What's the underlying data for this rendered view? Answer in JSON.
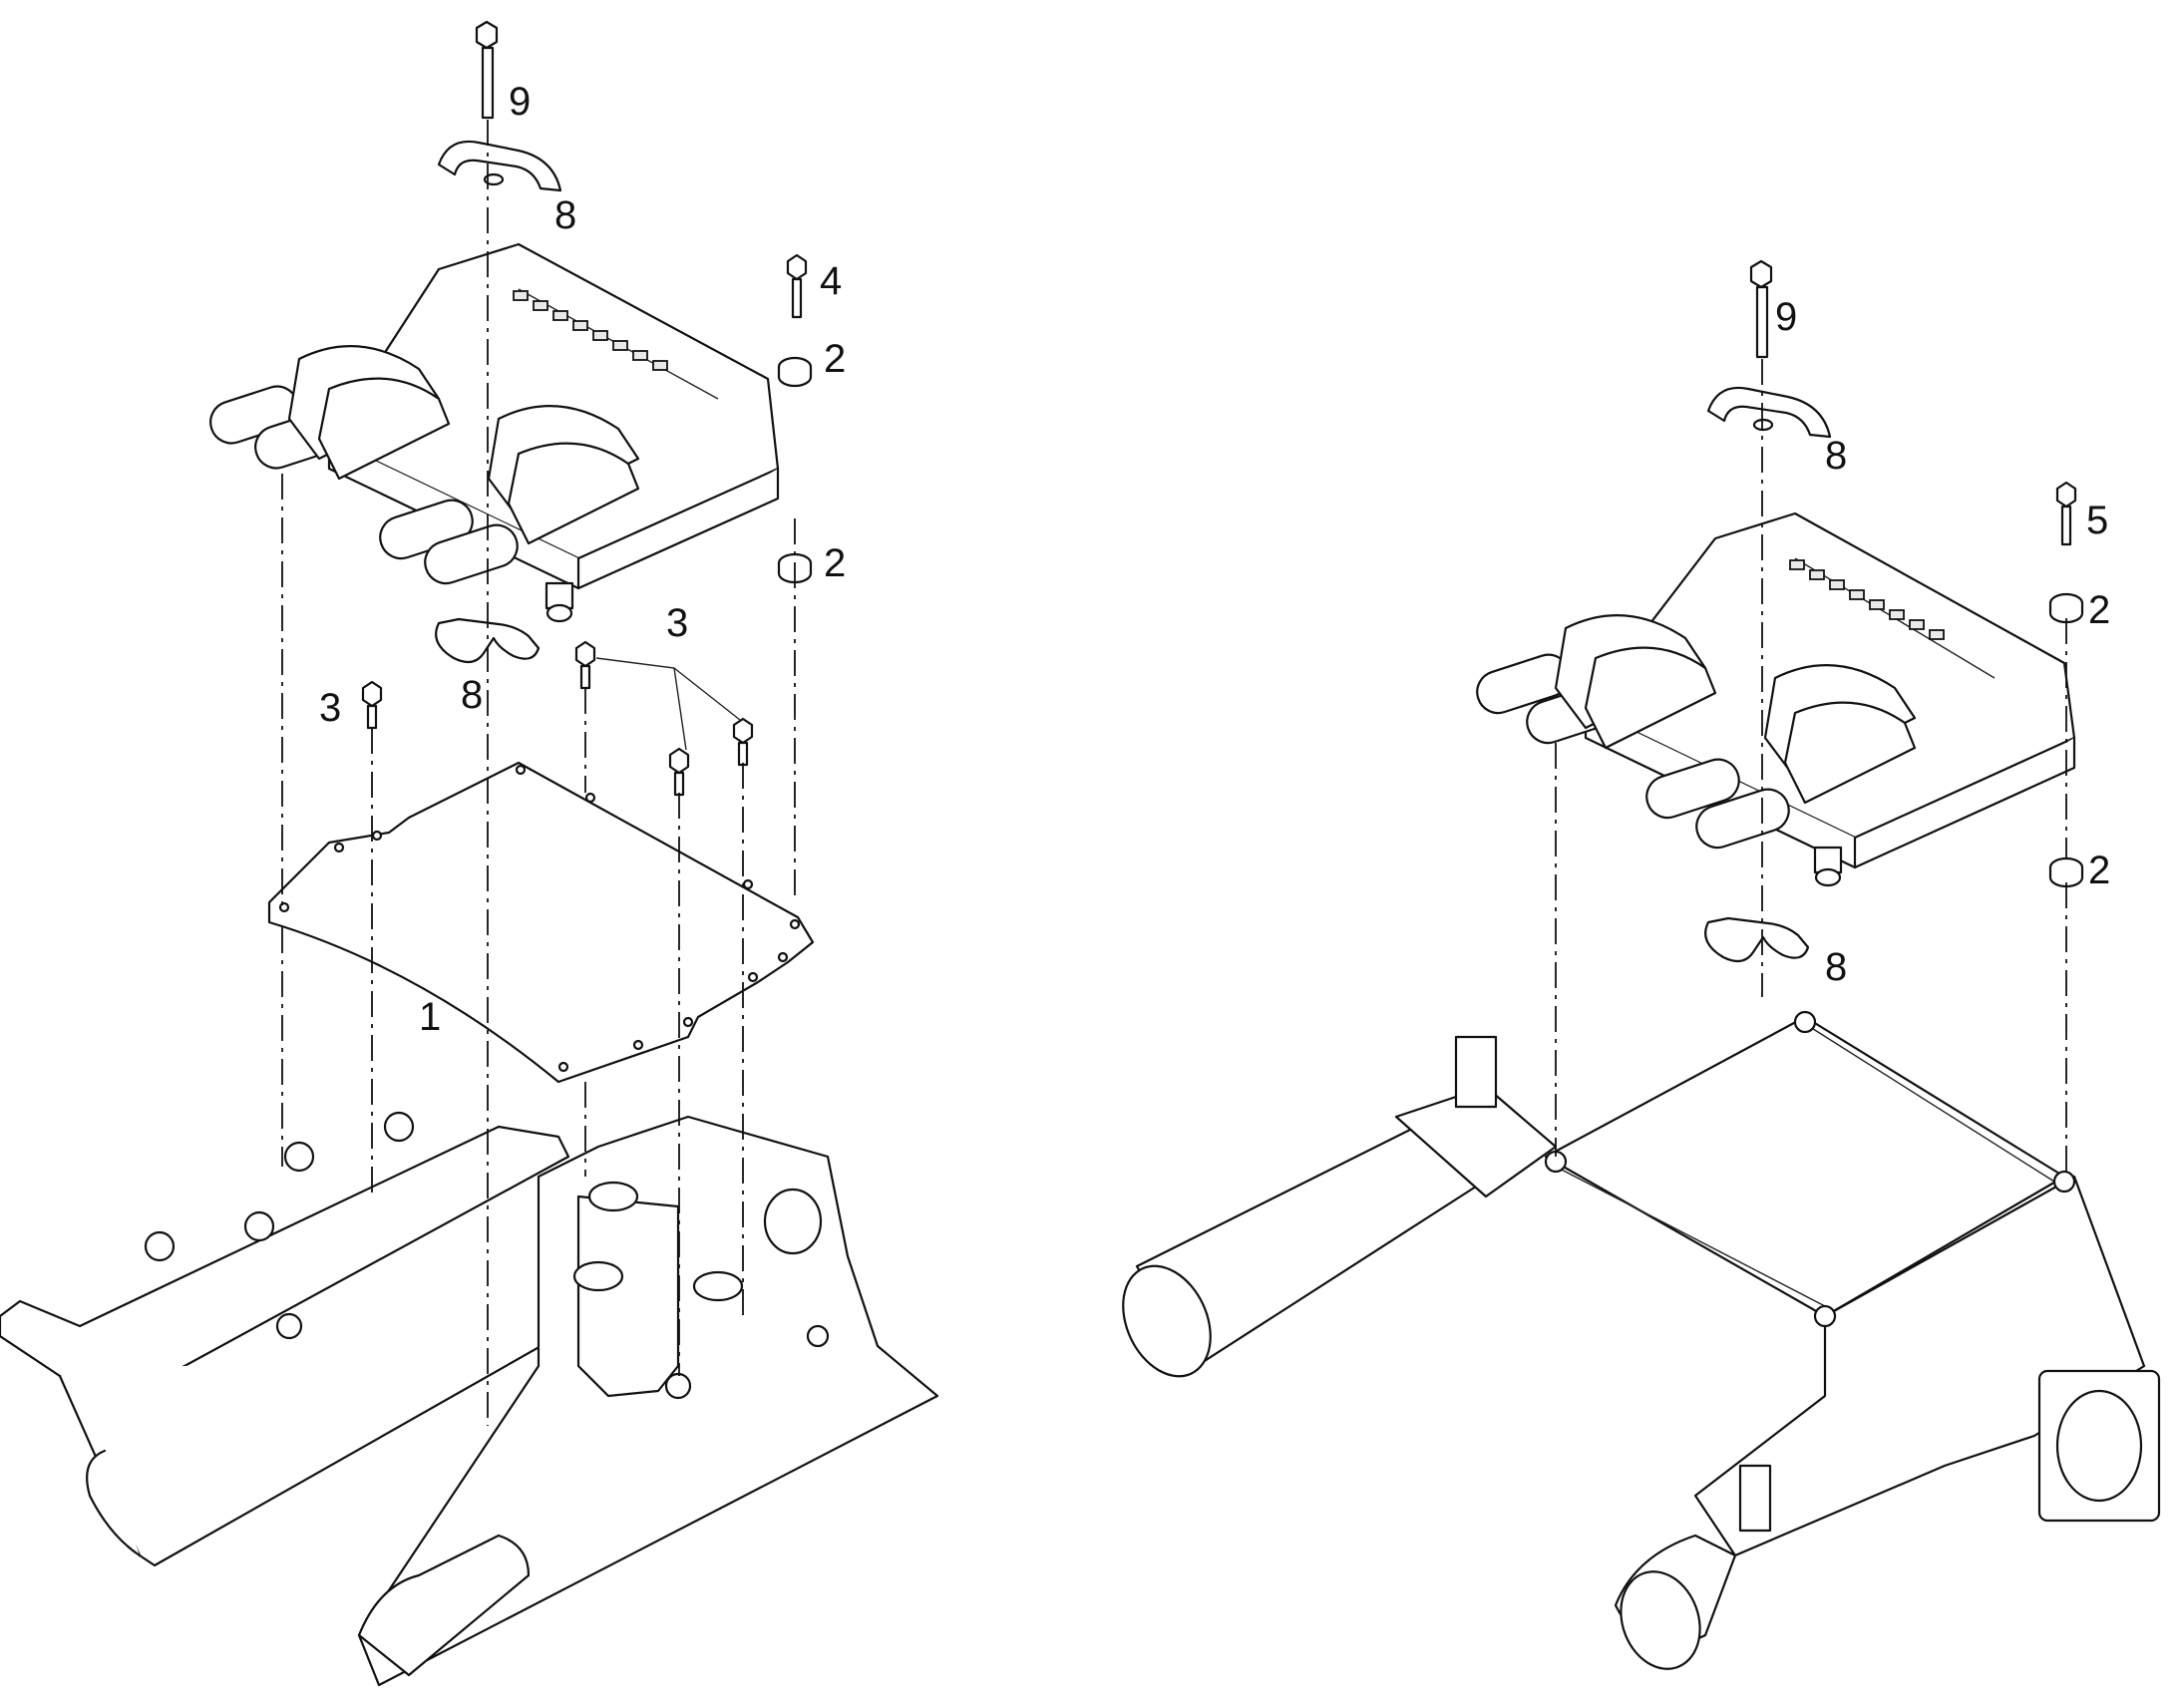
{
  "left_assembly": {
    "callouts": [
      {
        "id": "gasket",
        "label": "1"
      },
      {
        "id": "washer-top",
        "label": "2"
      },
      {
        "id": "washer-bottom",
        "label": "2"
      },
      {
        "id": "bolt-left",
        "label": "3"
      },
      {
        "id": "bolt-group",
        "label": "3"
      },
      {
        "id": "bolt-4",
        "label": "4"
      },
      {
        "id": "clamp-top",
        "label": "8"
      },
      {
        "id": "clamp-bottom",
        "label": "8"
      },
      {
        "id": "bolt-9",
        "label": "9"
      }
    ]
  },
  "right_assembly": {
    "callouts": [
      {
        "id": "washer-top",
        "label": "2"
      },
      {
        "id": "washer-bottom",
        "label": "2"
      },
      {
        "id": "bolt-5",
        "label": "5"
      },
      {
        "id": "clamp-top",
        "label": "8"
      },
      {
        "id": "clamp-bottom",
        "label": "8"
      },
      {
        "id": "bolt-9",
        "label": "9"
      }
    ]
  },
  "colors": {
    "line": "#111111",
    "background": "#ffffff",
    "shade": "#e9e9e9"
  }
}
